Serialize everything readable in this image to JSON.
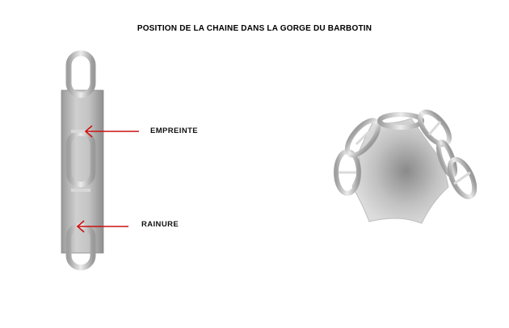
{
  "title": "POSITION DE LA CHAINE DANS LA GORGE DU BARBOTIN",
  "labels": {
    "empreinte": "EMPREINTE",
    "rainure": "RAINURE"
  },
  "colors": {
    "arrow": "#cc1111",
    "metal_light": "#e4e4e4",
    "metal_mid": "#c8c8c8",
    "metal_dark": "#8c8c8c"
  }
}
